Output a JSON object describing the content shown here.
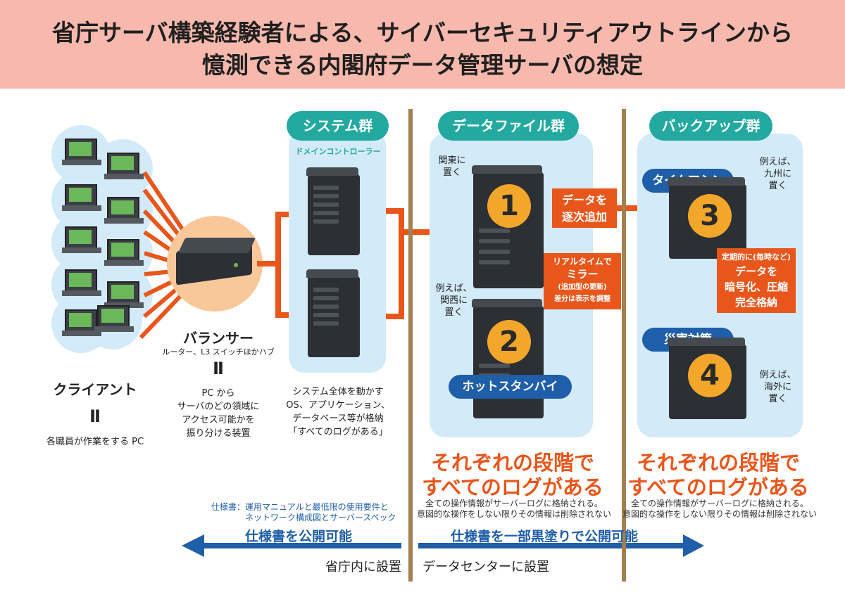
{
  "title": {
    "line1": "省庁サーバ構築経験者による、サイバーセキュリティアウトラインから",
    "line2": "憶測できる内閣府データ管理サーバの想定"
  },
  "clients": {
    "label": "クライアント",
    "equals": "Ⅱ",
    "desc": "各職員が作業をする PC"
  },
  "balancer": {
    "label": "バランサー",
    "sub": "ルーター、L3 スイッチほかハブ",
    "equals": "Ⅱ",
    "desc": [
      "PC から",
      "サーバのどの領域に",
      "アクセス可能かを",
      "振り分ける装置"
    ]
  },
  "system_group": {
    "label": "システム群",
    "domain_controller": "ドメインコントローラー",
    "desc": [
      "システム全体を動かす",
      "OS、アプリケーション、",
      "データベース等が格納",
      "「すべてのログがある」"
    ]
  },
  "data_group": {
    "label": "データファイル群",
    "server1_place": [
      "関東に",
      "置く"
    ],
    "server2_place": [
      "例えば、",
      "関西に",
      "置く"
    ],
    "num1": "1",
    "num2": "2",
    "hotstandby": "ホットスタンバイ",
    "add_box": [
      "データを",
      "逐次追加"
    ],
    "mirror_box": [
      "リアルタイムで",
      "ミラー",
      "(追加型の更新)",
      "差分は表示を調整"
    ]
  },
  "backup_group": {
    "label": "バックアップ群",
    "timemachine": "タイムマシン",
    "disaster": "災害対策",
    "server3_place": [
      "例えば、",
      "九州に",
      "置く"
    ],
    "server4_place": [
      "例えば、",
      "海外に",
      "置く"
    ],
    "num3": "3",
    "num4": "4",
    "periodic_box": [
      "定期的に(毎時など)",
      "データを",
      "暗号化、圧縮",
      "完全格納"
    ]
  },
  "logs_note": {
    "big1": "それぞれの段階で",
    "big2": "すべてのログがある",
    "small1": "全ての操作情報がサーバーログに格納される。",
    "small2": "意図的な操作をしない限りその情報は削除されない"
  },
  "spec_note": {
    "line1": "仕様書：運用マニュアルと最低限の使用要件と",
    "line2": "ネットワーク構成図とサーバースペック"
  },
  "bottom": {
    "public": "仕様書を公開可能",
    "partial": "仕様書を一部黒塗りで公開可能",
    "inside": "省庁内に設置",
    "datacenter": "データセンターに設置"
  },
  "colors": {
    "header_bg": "#f7b9ad",
    "panel_bg": "#d3ebf8",
    "group_label": "#23a9a0",
    "accent_orange": "#e8561b",
    "badge_blue": "#1f5ea8",
    "number_circle": "#f2a72b",
    "divider": "#a2814f"
  },
  "icons": [
    "laptop-icon",
    "server-tower-icon",
    "router-icon",
    "arrow-icon"
  ]
}
